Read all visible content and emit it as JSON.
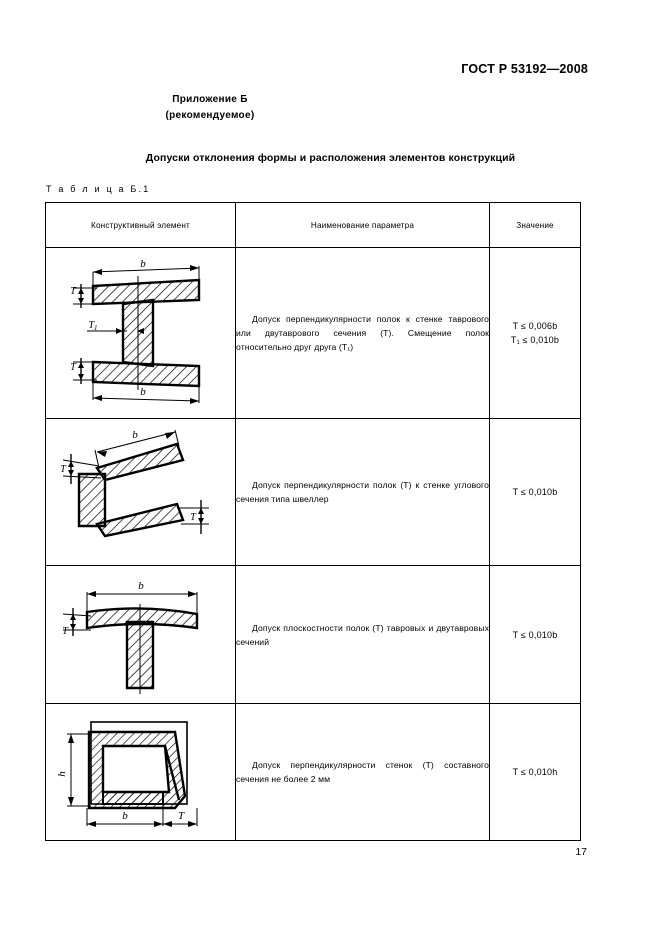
{
  "header": {
    "standard_number": "ГОСТ Р 53192—2008",
    "appendix_label": "Приложение Б",
    "appendix_kind": "(рекомендуемое)"
  },
  "document": {
    "title": "Допуски отклонения формы и расположения элементов конструкций",
    "table_label": "Т а б л и ц а  Б.1",
    "page_number": "17"
  },
  "table": {
    "columns": [
      {
        "label": "Конструктивный элемент"
      },
      {
        "label": "Наименование параметра"
      },
      {
        "label": "Значение"
      }
    ],
    "rows": [
      {
        "figure_name": "i-beam-cross-section",
        "figure_labels": {
          "top_width": "b",
          "bottom_width": "b",
          "thickness_top": "T",
          "offset": "T₁",
          "thickness_bottom": "T"
        },
        "parameter": "Допуск перпендикулярности полок к стенке таврового или двутаврового сечения (T). Смещение полок относительно друг друга (T₁)",
        "value_lines": [
          "T ≤ 0,006b",
          "T₁ ≤ 0,010b"
        ]
      },
      {
        "figure_name": "channel-cross-section",
        "figure_labels": {
          "width": "b",
          "thickness_top": "T",
          "thickness_bottom": "T"
        },
        "parameter": "Допуск перпендикулярности полок (T) к стенке углового сечения типа швеллер",
        "value_lines": [
          "T ≤ 0,010b"
        ]
      },
      {
        "figure_name": "t-section-cross-section",
        "figure_labels": {
          "width": "b",
          "thickness": "T"
        },
        "parameter": "Допуск плоскостности полок (T) тавровых и двутавровых сечений",
        "value_lines": [
          "T ≤ 0,010b"
        ]
      },
      {
        "figure_name": "box-section-cross-section",
        "figure_labels": {
          "height": "h",
          "width": "b",
          "deviation": "T"
        },
        "parameter": "Допуск перпендикулярности стенок (T) составного сечения не более 2 мм",
        "value_lines": [
          "T ≤ 0,010h"
        ]
      }
    ]
  }
}
